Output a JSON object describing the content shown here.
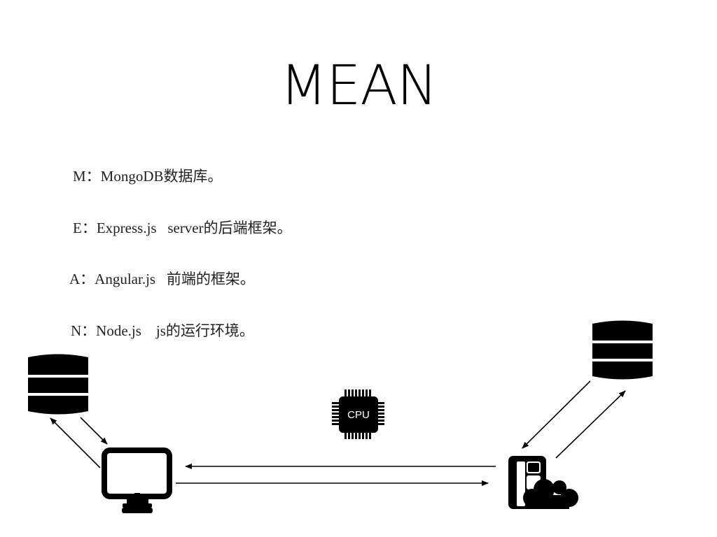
{
  "title": "MEAN",
  "items": [
    {
      "letter": "M",
      "text": "M：MongoDB数据库。"
    },
    {
      "letter": "E",
      "text": "E：Express.js   server的后端框架。"
    },
    {
      "letter": "A",
      "text": "A：Angular.js   前端的框架。"
    },
    {
      "letter": "N",
      "text": "N：Node.js    js的运行环境。"
    }
  ],
  "diagram": {
    "cpu_label": "CPU",
    "icons": [
      "database-icon",
      "monitor-icon",
      "cpu-chip-icon",
      "database-icon",
      "phone-cloud-icon"
    ]
  }
}
